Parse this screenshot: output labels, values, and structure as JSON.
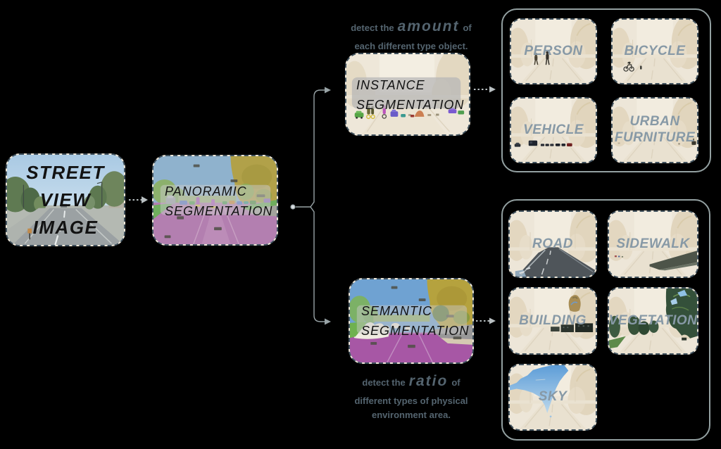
{
  "diagram": {
    "source": {
      "label": "STREET\nVIEW\nIMAGE"
    },
    "panoramic": {
      "label": "PANORAMIC\nSEGMENTATION"
    },
    "instance_branch": {
      "caption": {
        "pre": "detect the",
        "keyword": "amount",
        "post": "of",
        "line2": "each different type object."
      },
      "node": {
        "label": "INSTANCE\nSEGMENTATION"
      },
      "outputs": [
        {
          "label": "PERSON"
        },
        {
          "label": "BICYCLE"
        },
        {
          "label": "VEHICLE"
        },
        {
          "label": "URBAN\nFURNITURE"
        }
      ]
    },
    "semantic_branch": {
      "caption": {
        "pre": "detect the",
        "keyword": "ratio",
        "post": "of",
        "line2": "different types of physical",
        "line3": "environment area."
      },
      "node": {
        "label": "SEMANTIC\nSEGMENTATION"
      },
      "outputs": [
        {
          "label": "ROAD"
        },
        {
          "label": "SIDEWALK"
        },
        {
          "label": "BUILDING"
        },
        {
          "label": "VEGETATION"
        },
        {
          "label": "SKY"
        }
      ]
    },
    "colors": {
      "caption_text": "#54646f",
      "output_label": "#8799a6",
      "panel_border": "#93a0a1",
      "cell_border": "#40515d",
      "connector_solid": "#98a3a6",
      "connector_dotted": "#b9c0c2",
      "node_label": "#121212"
    }
  }
}
